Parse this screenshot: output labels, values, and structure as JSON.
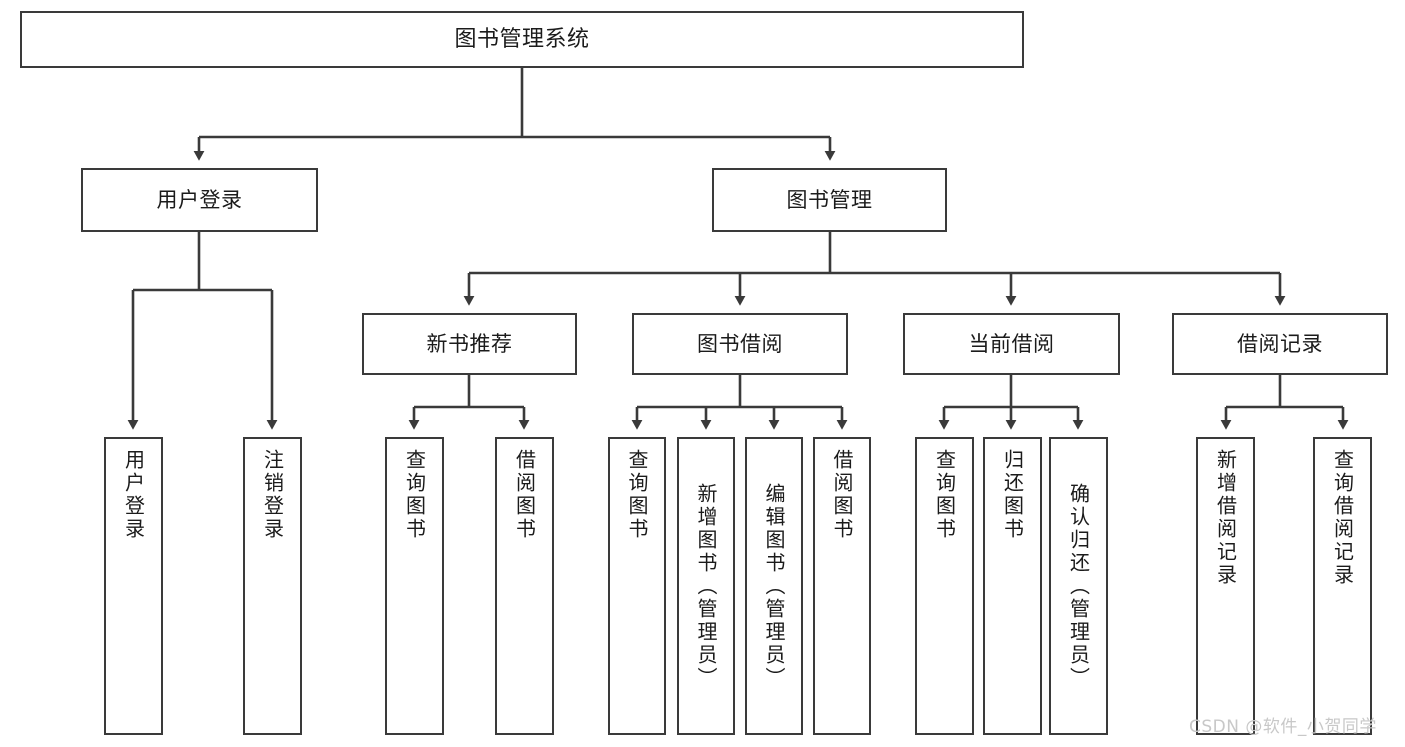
{
  "diagram": {
    "type": "tree-hierarchy-chart",
    "title": "图书管理系统",
    "root": {
      "id": "root",
      "label": "图书管理系统"
    },
    "level2": [
      {
        "id": "user-login",
        "label": "用户登录"
      },
      {
        "id": "book-management",
        "label": "图书管理"
      }
    ],
    "level3": [
      {
        "id": "new-book-recommend",
        "label": "新书推荐",
        "parent": "book-management"
      },
      {
        "id": "book-borrow",
        "label": "图书借阅",
        "parent": "book-management"
      },
      {
        "id": "current-borrow",
        "label": "当前借阅",
        "parent": "book-management"
      },
      {
        "id": "borrow-record",
        "label": "借阅记录",
        "parent": "book-management"
      }
    ],
    "leaves": [
      {
        "id": "leaf-user-login",
        "label": "用户登录",
        "parent": "user-login"
      },
      {
        "id": "leaf-logout-login",
        "label": "注销登录",
        "parent": "user-login"
      },
      {
        "id": "leaf-query-book-1",
        "label": "查询图书",
        "parent": "new-book-recommend"
      },
      {
        "id": "leaf-borrow-book-1",
        "label": "借阅图书",
        "parent": "new-book-recommend"
      },
      {
        "id": "leaf-query-book-2",
        "label": "查询图书",
        "parent": "book-borrow"
      },
      {
        "id": "leaf-add-book",
        "label": "新增图书（管理员）",
        "parent": "book-borrow"
      },
      {
        "id": "leaf-edit-book",
        "label": "编辑图书（管理员）",
        "parent": "book-borrow"
      },
      {
        "id": "leaf-borrow-book-2",
        "label": "借阅图书",
        "parent": "book-borrow"
      },
      {
        "id": "leaf-query-book-3",
        "label": "查询图书",
        "parent": "current-borrow"
      },
      {
        "id": "leaf-return-book",
        "label": "归还图书",
        "parent": "current-borrow"
      },
      {
        "id": "leaf-confirm-return",
        "label": "确认归还（管理员）",
        "parent": "current-borrow"
      },
      {
        "id": "leaf-add-record",
        "label": "新增借阅记录",
        "parent": "borrow-record"
      },
      {
        "id": "leaf-query-record",
        "label": "查询借阅记录",
        "parent": "borrow-record"
      }
    ],
    "colors": {
      "stroke": "#3a3a3a",
      "fill": "#ffffff",
      "text": "#1b1b1b",
      "watermark": "#c8c8c8"
    }
  },
  "watermark": {
    "text": "CSDN @软件_小贺同学"
  }
}
